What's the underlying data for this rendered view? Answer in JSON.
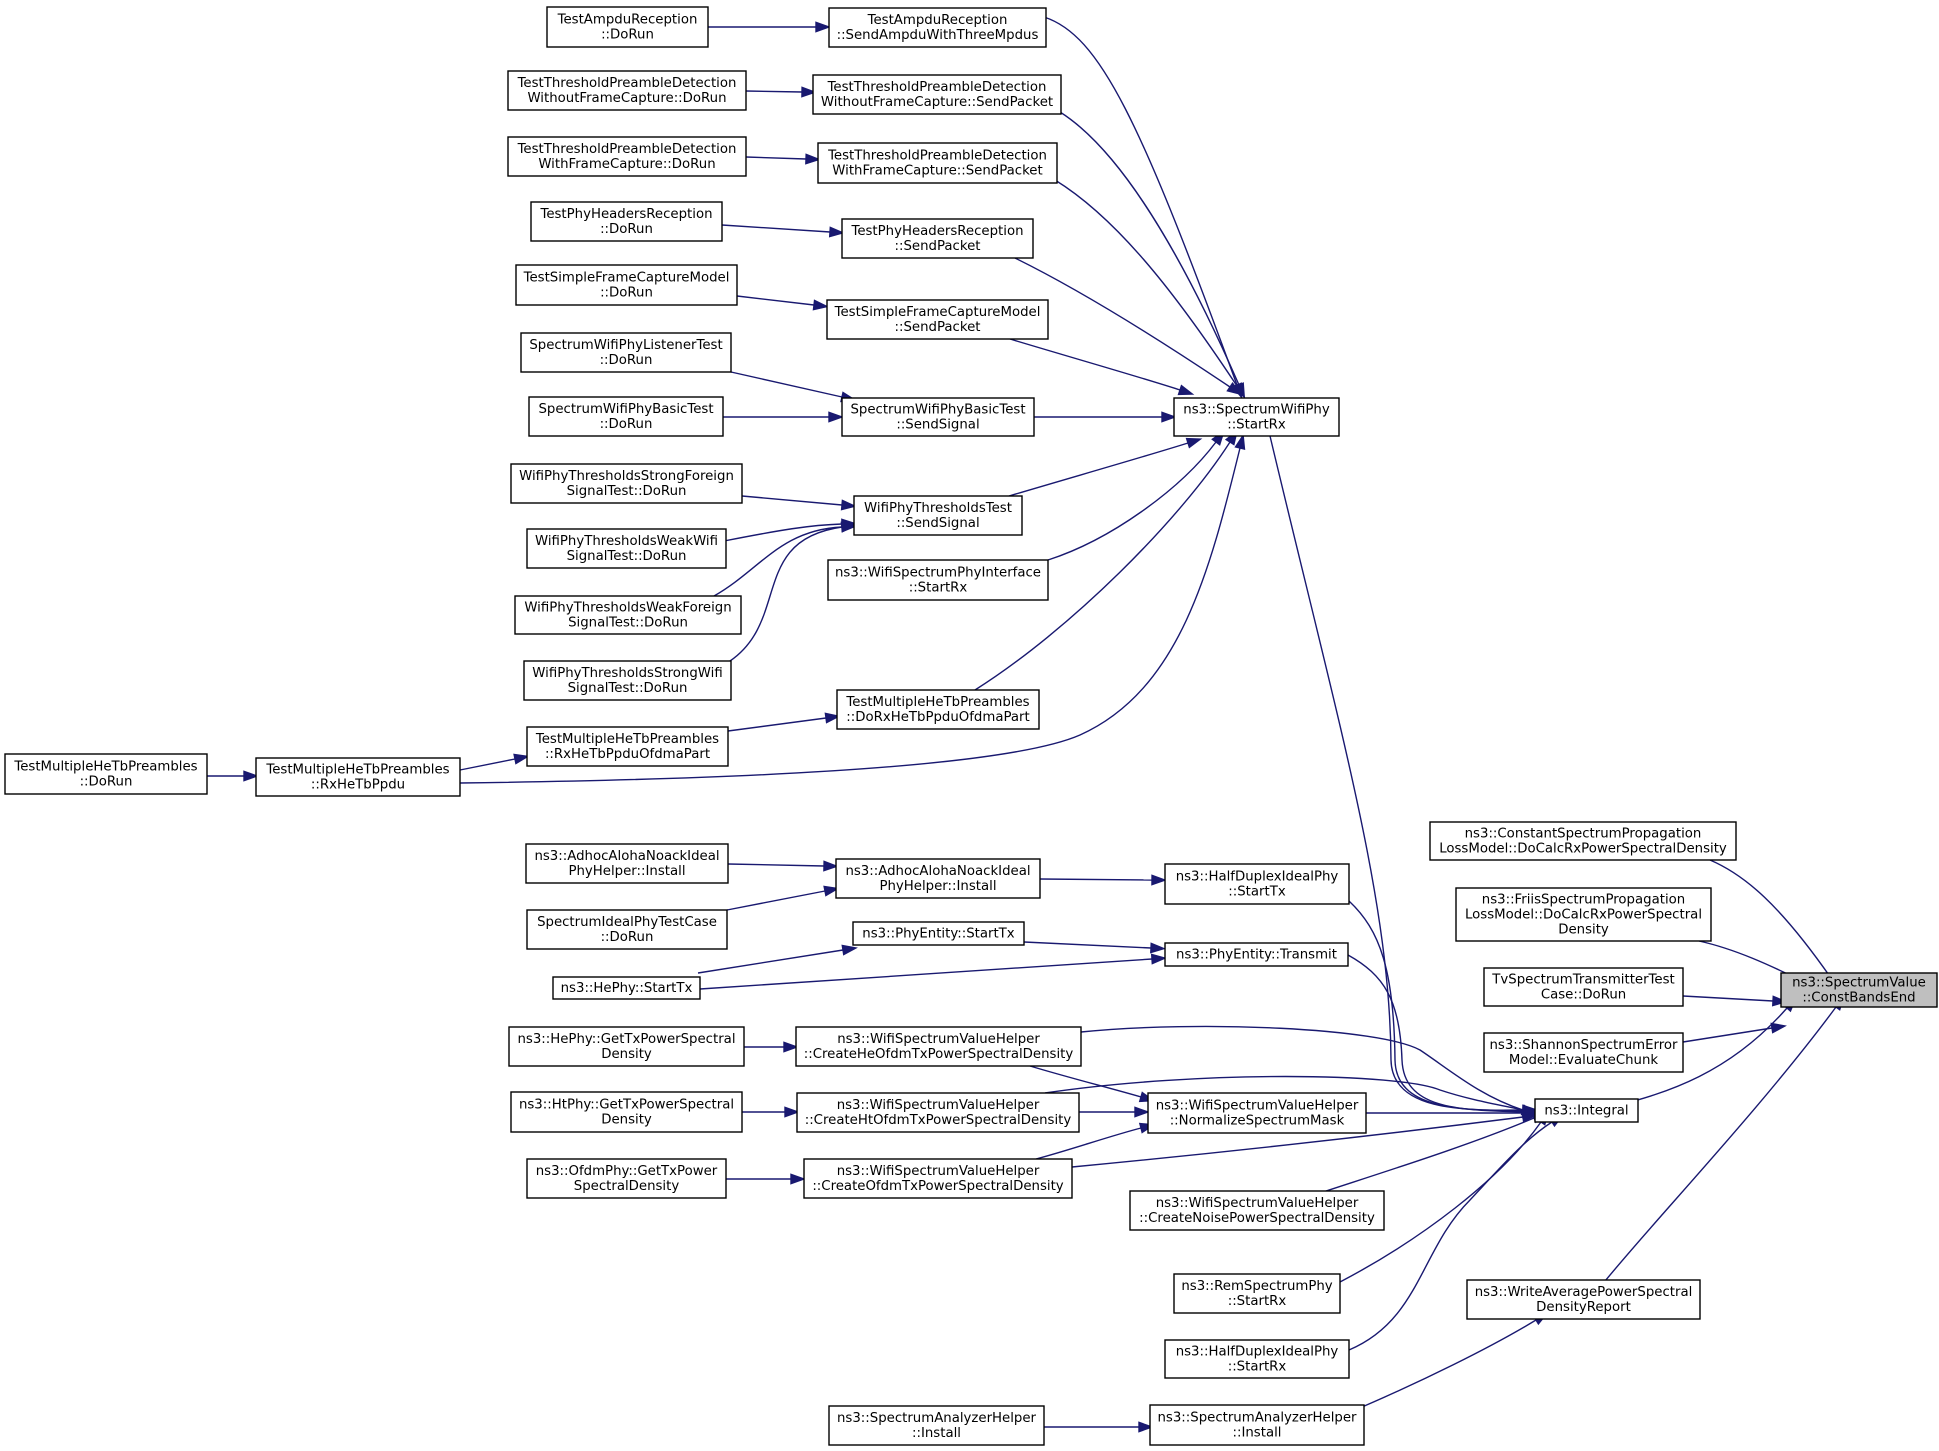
{
  "colors": {
    "edge": "#191970",
    "node_border": "#000000",
    "root_fill": "#bfbfbf",
    "background": "#ffffff"
  },
  "nodes": [
    {
      "id": "n_root",
      "lines": [
        "ns3::SpectrumValue",
        "::ConstBandsEnd"
      ],
      "root": true
    },
    {
      "id": "n_integral",
      "lines": [
        "ns3::Integral"
      ]
    },
    {
      "id": "n_constprop",
      "lines": [
        "ns3::ConstantSpectrumPropagation",
        "LossModel::DoCalcRxPowerSpectralDensity"
      ]
    },
    {
      "id": "n_friis",
      "lines": [
        "ns3::FriisSpectrumPropagation",
        "LossModel::DoCalcRxPowerSpectral",
        "Density"
      ]
    },
    {
      "id": "n_tvtx",
      "lines": [
        "TvSpectrumTransmitterTest",
        "Case::DoRun"
      ]
    },
    {
      "id": "n_shannon",
      "lines": [
        "ns3::ShannonSpectrumError",
        "Model::EvaluateChunk"
      ]
    },
    {
      "id": "n_writeavg",
      "lines": [
        "ns3::WriteAveragePowerSpectral",
        "DensityReport"
      ]
    },
    {
      "id": "n_sah_install2",
      "lines": [
        "ns3::SpectrumAnalyzerHelper",
        "::Install"
      ]
    },
    {
      "id": "n_sah_install1",
      "lines": [
        "ns3::SpectrumAnalyzerHelper",
        "::Install"
      ]
    },
    {
      "id": "n_swp_startrx",
      "lines": [
        "ns3::SpectrumWifiPhy",
        "::StartRx"
      ]
    },
    {
      "id": "n_hdip_starttx",
      "lines": [
        "ns3::HalfDuplexIdealPhy",
        "::StartTx"
      ]
    },
    {
      "id": "n_pe_transmit",
      "lines": [
        "ns3::PhyEntity::Transmit"
      ]
    },
    {
      "id": "n_normmask",
      "lines": [
        "ns3::WifiSpectrumValueHelper",
        "::NormalizeSpectrumMask"
      ]
    },
    {
      "id": "n_noise",
      "lines": [
        "ns3::WifiSpectrumValueHelper",
        "::CreateNoisePowerSpectralDensity"
      ]
    },
    {
      "id": "n_rem",
      "lines": [
        "ns3::RemSpectrumPhy",
        "::StartRx"
      ]
    },
    {
      "id": "n_hdip_startrx",
      "lines": [
        "ns3::HalfDuplexIdealPhy",
        "::StartRx"
      ]
    },
    {
      "id": "n_ampdu_send",
      "lines": [
        "TestAmpduReception",
        "::SendAmpduWithThreeMpdus"
      ]
    },
    {
      "id": "n_tpd_wo_send",
      "lines": [
        "TestThresholdPreambleDetection",
        "WithoutFrameCapture::SendPacket"
      ]
    },
    {
      "id": "n_tpd_w_send",
      "lines": [
        "TestThresholdPreambleDetection",
        "WithFrameCapture::SendPacket"
      ]
    },
    {
      "id": "n_phr_send",
      "lines": [
        "TestPhyHeadersReception",
        "::SendPacket"
      ]
    },
    {
      "id": "n_sfcm_send",
      "lines": [
        "TestSimpleFrameCaptureModel",
        "::SendPacket"
      ]
    },
    {
      "id": "n_swpbt_send",
      "lines": [
        "SpectrumWifiPhyBasicTest",
        "::SendSignal"
      ]
    },
    {
      "id": "n_wpt_send",
      "lines": [
        "WifiPhyThresholdsTest",
        "::SendSignal"
      ]
    },
    {
      "id": "n_wspi_startrx",
      "lines": [
        "ns3::WifiSpectrumPhyInterface",
        "::StartRx"
      ]
    },
    {
      "id": "n_tmhtp_dorx",
      "lines": [
        "TestMultipleHeTbPreambles",
        "::DoRxHeTbPpduOfdmaPart"
      ]
    },
    {
      "id": "n_tmhtp_rxofdma",
      "lines": [
        "TestMultipleHeTbPreambles",
        "::RxHeTbPpduOfdmaPart"
      ]
    },
    {
      "id": "n_tmhtp_rx",
      "lines": [
        "TestMultipleHeTbPreambles",
        "::RxHeTbPpdu"
      ]
    },
    {
      "id": "n_tmhtp_dorun",
      "lines": [
        "TestMultipleHeTbPreambles",
        "::DoRun"
      ]
    },
    {
      "id": "n_ampdu_dorun",
      "lines": [
        "TestAmpduReception",
        "::DoRun"
      ]
    },
    {
      "id": "n_tpd_wo_dorun",
      "lines": [
        "TestThresholdPreambleDetection",
        "WithoutFrameCapture::DoRun"
      ]
    },
    {
      "id": "n_tpd_w_dorun",
      "lines": [
        "TestThresholdPreambleDetection",
        "WithFrameCapture::DoRun"
      ]
    },
    {
      "id": "n_phr_dorun",
      "lines": [
        "TestPhyHeadersReception",
        "::DoRun"
      ]
    },
    {
      "id": "n_sfcm_dorun",
      "lines": [
        "TestSimpleFrameCaptureModel",
        "::DoRun"
      ]
    },
    {
      "id": "n_swplt_dorun",
      "lines": [
        "SpectrumWifiPhyListenerTest",
        "::DoRun"
      ]
    },
    {
      "id": "n_swpbt_dorun",
      "lines": [
        "SpectrumWifiPhyBasicTest",
        "::DoRun"
      ]
    },
    {
      "id": "n_wpt_strongforeign",
      "lines": [
        "WifiPhyThresholdsStrongForeign",
        "SignalTest::DoRun"
      ]
    },
    {
      "id": "n_wpt_weakwifi",
      "lines": [
        "WifiPhyThresholdsWeakWifi",
        "SignalTest::DoRun"
      ]
    },
    {
      "id": "n_wpt_weakforeign",
      "lines": [
        "WifiPhyThresholdsWeakForeign",
        "SignalTest::DoRun"
      ]
    },
    {
      "id": "n_wpt_strongwifi",
      "lines": [
        "WifiPhyThresholdsStrongWifi",
        "SignalTest::DoRun"
      ]
    },
    {
      "id": "n_aani_install2",
      "lines": [
        "ns3::AdhocAlohaNoackIdeal",
        "PhyHelper::Install"
      ]
    },
    {
      "id": "n_aani_install1",
      "lines": [
        "ns3::AdhocAlohaNoackIdeal",
        "PhyHelper::Install"
      ]
    },
    {
      "id": "n_sipt_dorun",
      "lines": [
        "SpectrumIdealPhyTestCase",
        "::DoRun"
      ]
    },
    {
      "id": "n_pe_starttx",
      "lines": [
        "ns3::PhyEntity::StartTx"
      ]
    },
    {
      "id": "n_hephy_starttx",
      "lines": [
        "ns3::HePhy::StartTx"
      ]
    },
    {
      "id": "n_wsvh_he",
      "lines": [
        "ns3::WifiSpectrumValueHelper",
        "::CreateHeOfdmTxPowerSpectralDensity"
      ]
    },
    {
      "id": "n_wsvh_ht",
      "lines": [
        "ns3::WifiSpectrumValueHelper",
        "::CreateHtOfdmTxPowerSpectralDensity"
      ]
    },
    {
      "id": "n_wsvh_ofdm",
      "lines": [
        "ns3::WifiSpectrumValueHelper",
        "::CreateOfdmTxPowerSpectralDensity"
      ]
    },
    {
      "id": "n_hephy_psd",
      "lines": [
        "ns3::HePhy::GetTxPowerSpectral",
        "Density"
      ]
    },
    {
      "id": "n_htphy_psd",
      "lines": [
        "ns3::HtPhy::GetTxPowerSpectral",
        "Density"
      ]
    },
    {
      "id": "n_ofdmphy_psd",
      "lines": [
        "ns3::OfdmPhy::GetTxPower",
        "SpectralDensity"
      ]
    }
  ]
}
